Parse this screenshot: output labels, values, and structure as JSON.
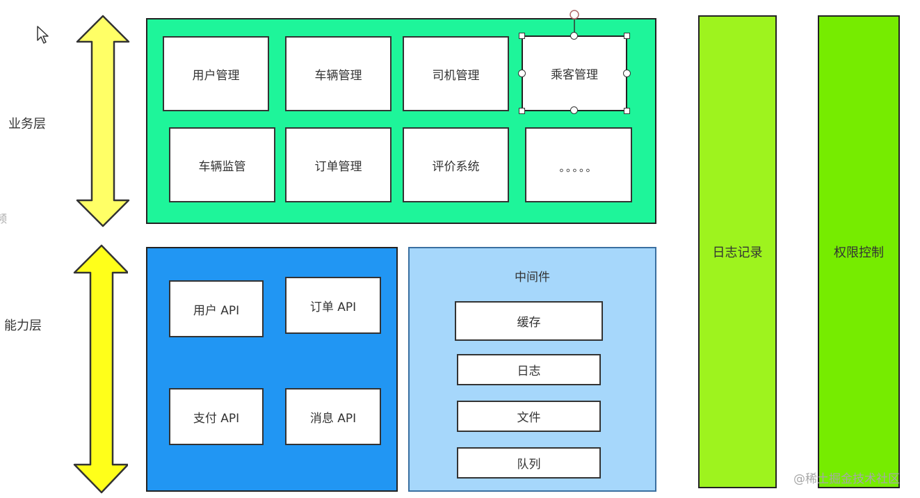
{
  "layers": {
    "business": "业务层",
    "capability": "能力层"
  },
  "left_edge_text": "频",
  "business_modules": [
    "用户管理",
    "车辆管理",
    "司机管理",
    "乘客管理",
    "车辆监管",
    "订单管理",
    "评价系统",
    "。。。。。"
  ],
  "capability_apis": [
    "用户 API",
    "订单 API",
    "支付 API",
    "消息 API"
  ],
  "middleware": {
    "title": "中间件",
    "items": [
      "缓存",
      "日志",
      "文件",
      "队列"
    ]
  },
  "side_bars": [
    "日志记录",
    "权限控制"
  ],
  "watermark": "@稀土掘金技术社区",
  "colors": {
    "business_bg": "#1ef59a",
    "capability_bg": "#2196f3",
    "middleware_bg": "#a6d7fb",
    "log_bar_bg": "#9ef31e",
    "auth_bar_bg": "#76ec00",
    "arrow_top": "#ffff66",
    "arrow_bottom": "#ffff1a"
  },
  "icons": [
    "mouse-cursor-icon",
    "double-arrow-icon"
  ]
}
